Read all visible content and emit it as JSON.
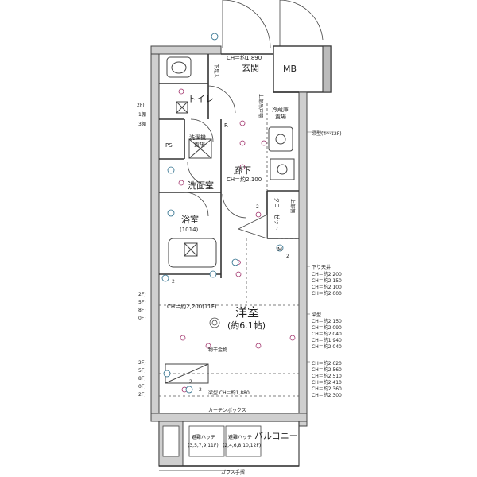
{
  "rooms": {
    "genkan": "玄関",
    "genkan_ch": "CH＝約1,890",
    "mb": "MB",
    "toilet": "トイレ",
    "ps": "PS",
    "laundry_l1": "洗濯機",
    "laundry_l2": "置場",
    "washroom": "洗面室",
    "hallway": "廊下",
    "hallway_ch": "CH＝約2,100",
    "bath": "浴室",
    "bath_size": "(1014)",
    "closet": "クローゼット",
    "western": "洋室",
    "western_size": "(約6.1帖)",
    "balcony": "バルコニー",
    "fridge_l1": "冷蔵庫",
    "fridge_l2": "置場",
    "r_mark": "R",
    "m_mark": "M"
  },
  "labels": {
    "shoe_box": "下足入",
    "upper_cabinet": "上部吊戸棚",
    "upper_shelf": "上部棚",
    "ch_2200": "CH＝約2,200(11F)",
    "hanger": "物干金物",
    "beam_bottom": "梁型 CH＝約1,880",
    "curtain_box": "カーテンボックス",
    "hatch1_l1": "避難ハッチ",
    "hatch1_l2": "(3,5,7,9,11F)",
    "hatch2_l1": "避難ハッチ",
    "hatch2_l2": "(2,4,6,8,10,12F)",
    "glass_rail": "ガラス手摺",
    "beam_top_right": "梁型(4～12F)",
    "drop_ceiling": "下り天井",
    "beam_mid_right": "梁型",
    "left_floor_marks": [
      "2F)",
      "1棚",
      "3棚"
    ]
  },
  "ch_groups": {
    "g1": [
      "CH＝約2,200",
      "CH＝約2,150",
      "CH＝約2,100",
      "CH＝約2,000"
    ],
    "g2": [
      "CH＝約2,150",
      "CH＝約2,090",
      "CH＝約2,040",
      "CH＝約1,940",
      "CH＝約2,040"
    ],
    "g3": [
      "CH＝約2,620",
      "CH＝約2,560",
      "CH＝約2,510",
      "CH＝約2,410",
      "CH＝約2,360",
      "CH＝約2,300"
    ]
  },
  "left_floor_groups": {
    "g1": [
      "2F)",
      "5F)",
      "8F)",
      "0F)"
    ],
    "g2": [
      "2F)",
      "5F)",
      "8F)",
      "0F)",
      "2F)"
    ]
  },
  "symbol_numbers": [
    "2",
    "2",
    "2",
    "2",
    "2"
  ]
}
